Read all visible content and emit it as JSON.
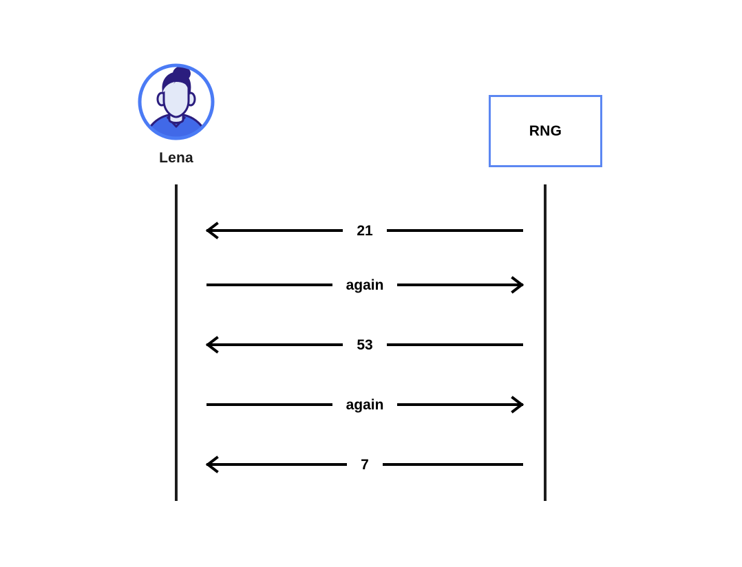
{
  "diagram": {
    "type": "sequence-diagram",
    "background_color": "#ffffff",
    "participants": [
      {
        "id": "lena",
        "kind": "actor",
        "label": "Lena",
        "icon": "user-avatar-icon",
        "colors": {
          "ring": "#4b7bf5",
          "hair": "#2b1d7e",
          "skin": "#e3e9f8",
          "shirt": "#4169e8",
          "outline": "#2b1d7e"
        }
      },
      {
        "id": "rng",
        "kind": "object",
        "label": "RNG",
        "colors": {
          "border": "#5c87f2",
          "fill": "#ffffff",
          "text": "#000000"
        }
      }
    ],
    "lifeline_color": "#1d1d1d",
    "message_color": "#000000",
    "messages": [
      {
        "label": "21",
        "from": "rng",
        "to": "lena",
        "direction": "left"
      },
      {
        "label": "again",
        "from": "lena",
        "to": "rng",
        "direction": "right"
      },
      {
        "label": "53",
        "from": "rng",
        "to": "lena",
        "direction": "left"
      },
      {
        "label": "again",
        "from": "lena",
        "to": "rng",
        "direction": "right"
      },
      {
        "label": "7",
        "from": "rng",
        "to": "lena",
        "direction": "left"
      }
    ]
  }
}
